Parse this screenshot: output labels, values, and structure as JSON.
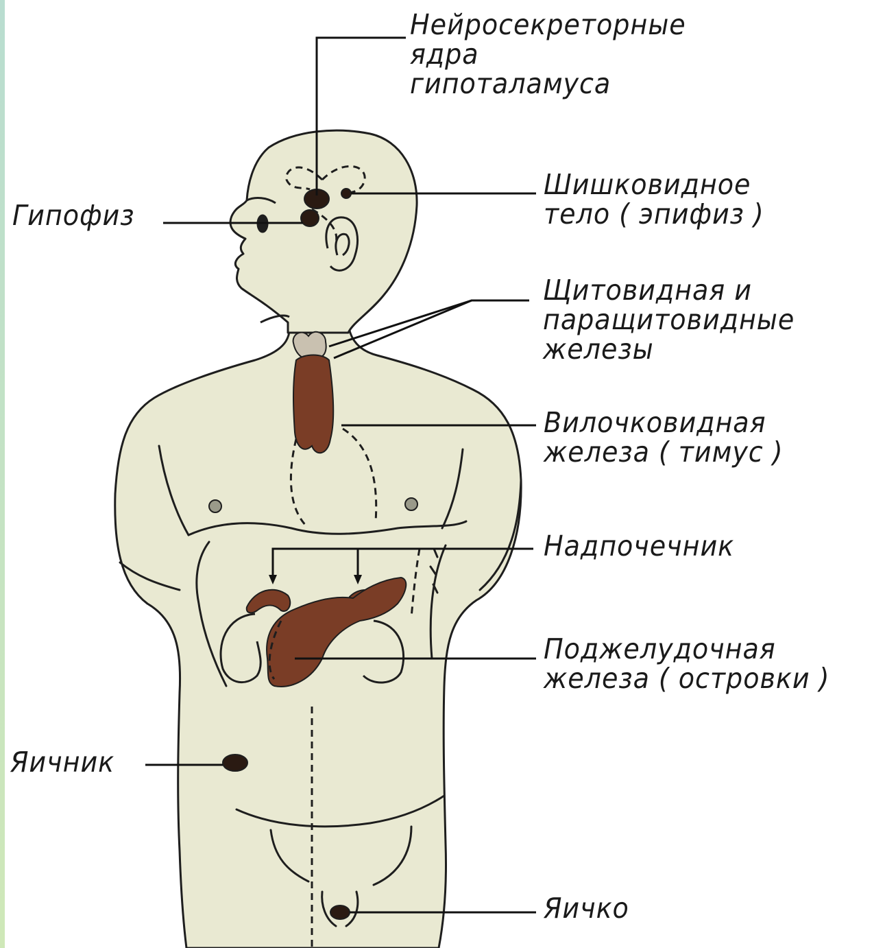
{
  "labels": {
    "hypothalamus": [
      "Нейросекреторные",
      "ядра",
      "гипоталамуса"
    ],
    "pituitary": [
      "Гипофиз"
    ],
    "pineal": [
      "Шишковидное",
      "тело ( эпифиз )"
    ],
    "thyroid": [
      "Щитовидная и",
      "паращитовидные",
      "железы"
    ],
    "thymus": [
      "Вилочковидная",
      "железа ( тимус )"
    ],
    "adrenal": [
      "Надпочечник"
    ],
    "pancreas": [
      "Поджелудочная",
      "железа ( островки )"
    ],
    "ovary": [
      "Яичник"
    ],
    "testis": [
      "Яичко"
    ]
  },
  "colors": {
    "body_fill": "#e9e9d2",
    "outline": "#1e1e1e",
    "gland": "#7a3d26",
    "gland_light": "#c9c1b0"
  }
}
